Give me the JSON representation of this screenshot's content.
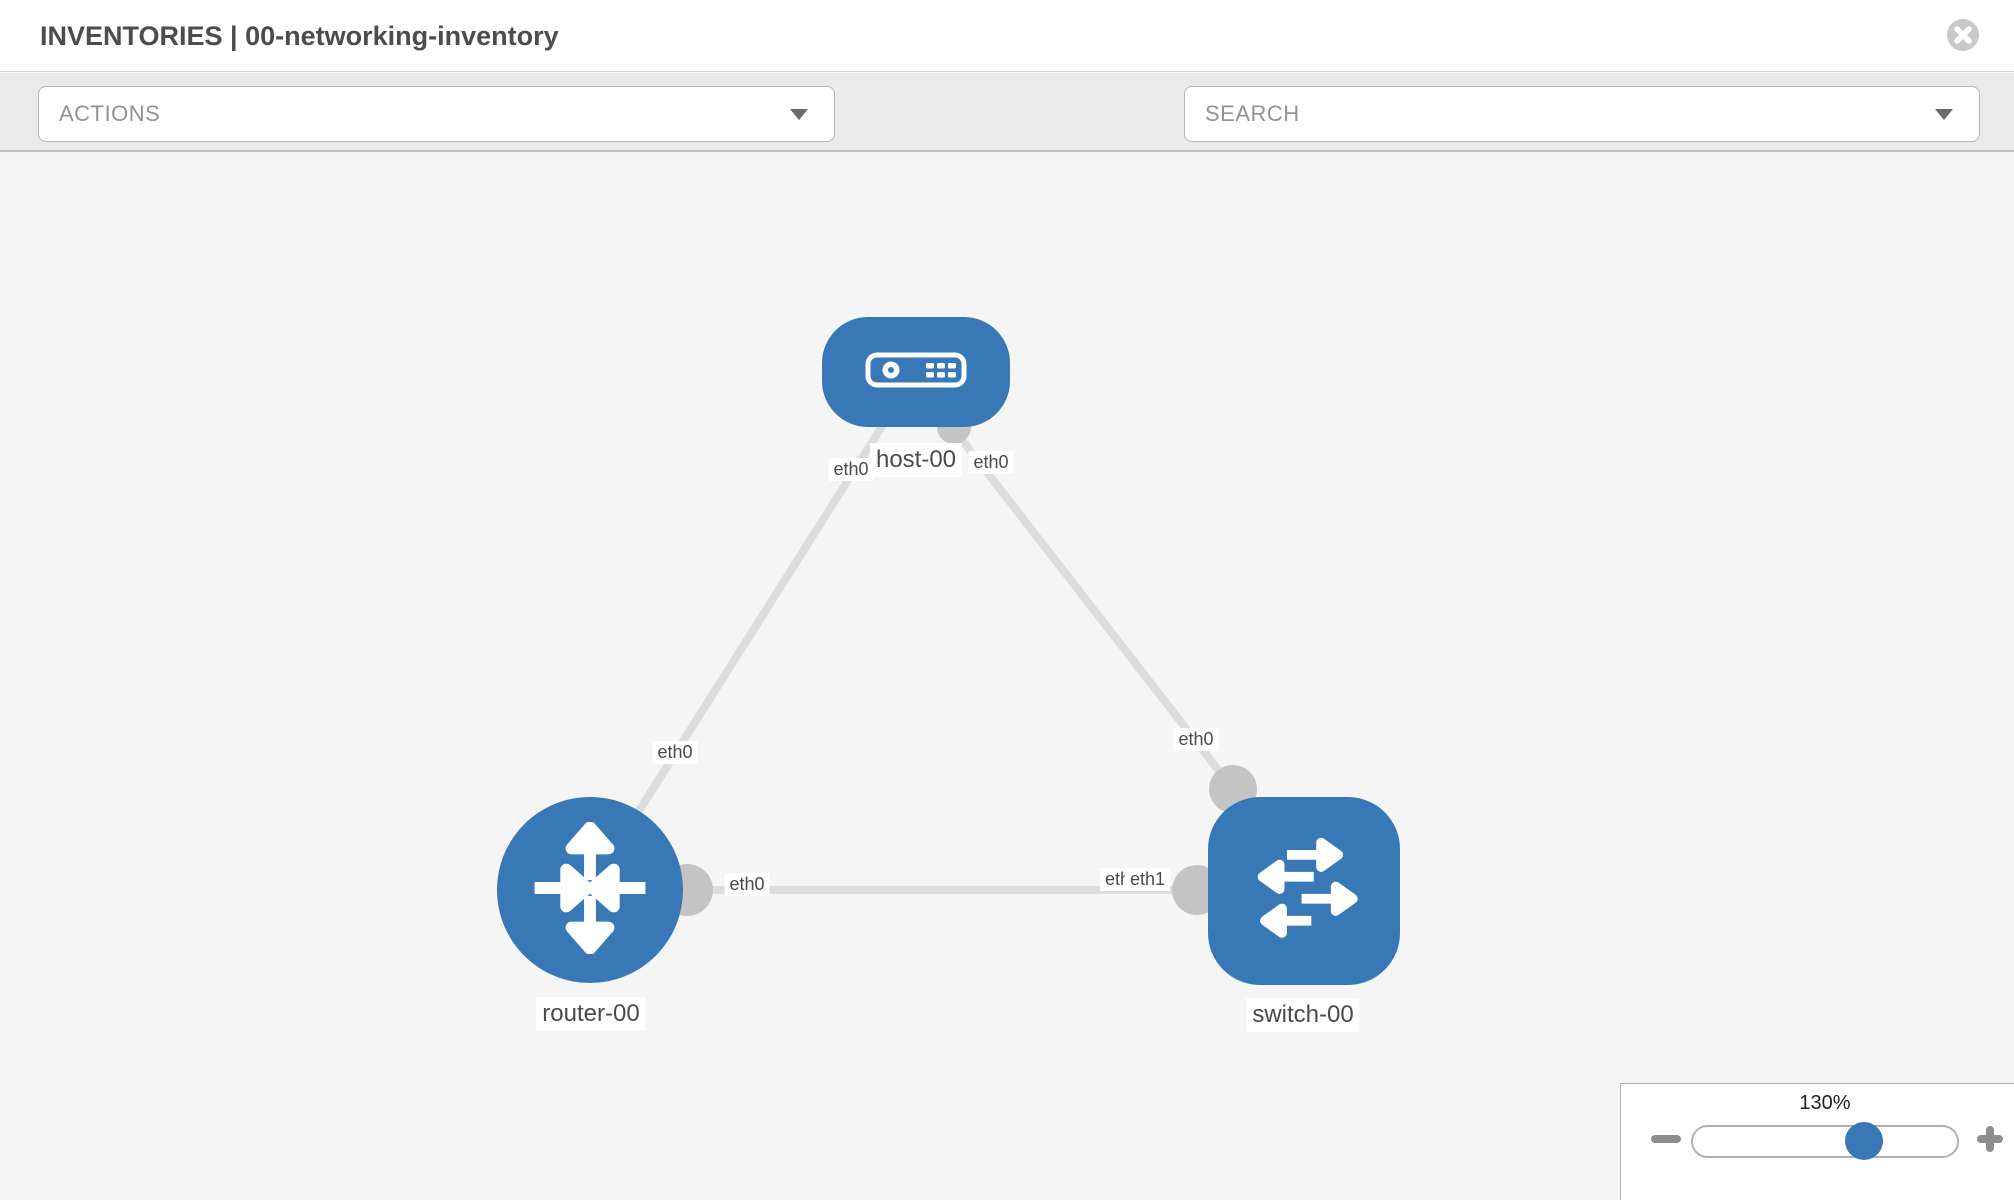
{
  "window": {
    "title": "INVENTORIES | 00-networking-inventory"
  },
  "toolbar": {
    "actions_label": "ACTIONS",
    "search_placeholder": "SEARCH"
  },
  "graph": {
    "nodes": [
      {
        "id": "host-00",
        "label": "host-00",
        "type": "host"
      },
      {
        "id": "router-00",
        "label": "router-00",
        "type": "router"
      },
      {
        "id": "switch-00",
        "label": "switch-00",
        "type": "switch"
      }
    ],
    "links": [
      {
        "from": "host-00",
        "from_iface": "eth0",
        "to": "router-00",
        "to_iface": "eth0"
      },
      {
        "from": "host-00",
        "from_iface": "eth0",
        "to": "switch-00",
        "to_iface": "eth0"
      },
      {
        "from": "router-00",
        "from_iface": "eth0",
        "to": "switch-00",
        "to_iface": "eth1"
      }
    ],
    "iface_labels": {
      "host_router_host": "eth0",
      "host_router_router": "eth0",
      "host_switch_host": "eth0",
      "host_switch_switch": "eth0",
      "router_switch_router": "eth0",
      "router_switch_switch_under": "eth1",
      "router_switch_switch_over": "eth1"
    }
  },
  "zoom_control": {
    "value": "130%"
  },
  "colors": {
    "node_blue": "#3878b6",
    "link_gray": "#dcdcdc",
    "iface_dot_gray": "#c4c4c4",
    "icon_gray": "#7d838c",
    "toolbar_bg": "#eaeaea",
    "canvas_bg": "#f5f5f5"
  }
}
